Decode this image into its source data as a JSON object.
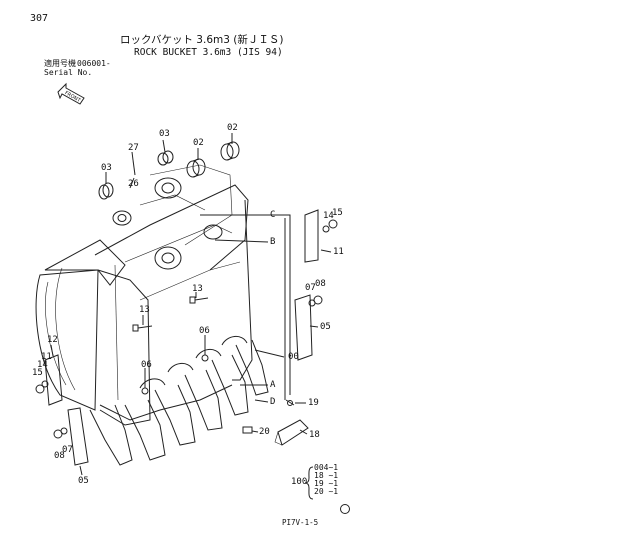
{
  "header": {
    "page_number": "307",
    "title_jp": "ロックバケット 3.6m3 (新ＪＩＳ)",
    "title_en": "ROCK BUCKET 3.6m3 (JIS 94)",
    "serial_label_jp": "適用号機",
    "serial_value": "006001-",
    "serial_label_en": "Serial No."
  },
  "front_arrow": "FRONT",
  "part_labels": {
    "p02a": "02",
    "p02b": "02",
    "p03a": "03",
    "p03b": "03",
    "p27": "27",
    "p26": "26",
    "p13a": "13",
    "p13b": "13",
    "p06a": "06",
    "p06b": "06",
    "p14a": "14",
    "p14b": "14",
    "p15a": "15",
    "p15b": "15",
    "p11a": "11",
    "p11b": "11",
    "p07a": "07",
    "p07b": "07",
    "p08a": "08",
    "p08b": "08",
    "p05a": "05",
    "p05b": "05",
    "p12": "12",
    "p00": "00",
    "p19": "19",
    "p18": "18",
    "p20": "20"
  },
  "callouts": {
    "A": "A",
    "B": "B",
    "C": "C",
    "D": "D"
  },
  "kit": {
    "number": "100",
    "lines": [
      "004~1",
      "18 ~1",
      "19 ~1",
      "20 ~1"
    ]
  },
  "footer": {
    "code": "PI7V-1-5"
  },
  "mark": "◎"
}
